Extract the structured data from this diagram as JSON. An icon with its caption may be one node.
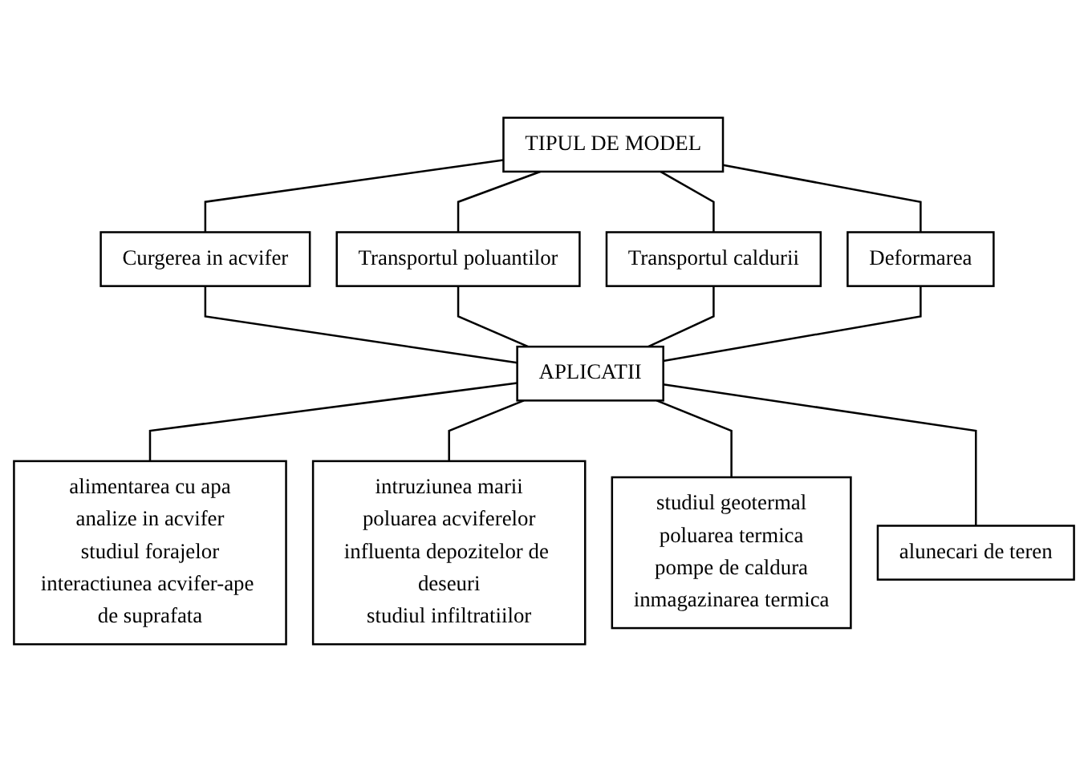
{
  "diagram": {
    "nodes": [
      {
        "text": [
          "TIPUL DE MODEL"
        ]
      },
      {
        "text": [
          "Curgerea in acvifer"
        ]
      },
      {
        "text": [
          "Transportul poluantilor"
        ]
      },
      {
        "text": [
          "Transportul caldurii"
        ]
      },
      {
        "text": [
          "Deformarea"
        ]
      },
      {
        "text": [
          "APLICATII"
        ]
      },
      {
        "text": [
          "alimentarea cu apa",
          "analize in acvifer",
          "studiul forajelor",
          "interactiunea acvifer-ape de suprafata"
        ]
      },
      {
        "text": [
          "intruziunea marii",
          "poluarea acviferelor",
          "influenta depozitelor de deseuri",
          "studiul infiltratiilor"
        ]
      },
      {
        "text": [
          "studiul geotermal",
          "poluarea termica",
          "pompe de caldura",
          "inmagazinarea termica"
        ]
      },
      {
        "text": [
          "alunecari de teren"
        ]
      }
    ],
    "edges": [
      {
        "from": 0,
        "to": 1,
        "arrow": "none"
      },
      {
        "from": 0,
        "to": 2,
        "arrow": "none"
      },
      {
        "from": 0,
        "to": 3,
        "arrow": "none"
      },
      {
        "from": 0,
        "to": 4,
        "arrow": "none"
      },
      {
        "from": 1,
        "to": 5,
        "arrow": "none"
      },
      {
        "from": 2,
        "to": 5,
        "arrow": "none"
      },
      {
        "from": 3,
        "to": 5,
        "arrow": "none"
      },
      {
        "from": 4,
        "to": 5,
        "arrow": "none"
      },
      {
        "from": 5,
        "to": 6,
        "arrow": "none"
      },
      {
        "from": 5,
        "to": 7,
        "arrow": "none"
      },
      {
        "from": 5,
        "to": 8,
        "arrow": "none"
      },
      {
        "from": 5,
        "to": 9,
        "arrow": "none"
      }
    ]
  }
}
